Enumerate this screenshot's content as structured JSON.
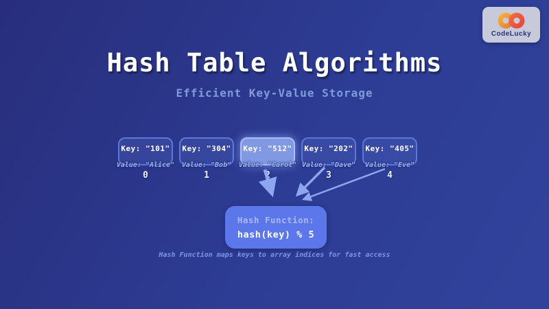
{
  "header": {
    "title": "Hash Table Algorithms",
    "subtitle": "Efficient Key-Value Storage"
  },
  "logo": {
    "brand": "CodeLucky",
    "icon": "infinity-icon"
  },
  "buckets": [
    {
      "key": "Key: \"101\"",
      "value": "Value: \"Alice\"",
      "index": "0",
      "highlighted": false
    },
    {
      "key": "Key: \"304\"",
      "value": "Value: \"Bob\"",
      "index": "1",
      "highlighted": false
    },
    {
      "key": "Key: \"512\"",
      "value": "Value: \"Carol\"",
      "index": "2",
      "highlighted": true
    },
    {
      "key": "Key: \"202\"",
      "value": "Value: \"Dave\"",
      "index": "3",
      "highlighted": false
    },
    {
      "key": "Key: \"405\"",
      "value": "Value: \"Eve\"",
      "index": "4",
      "highlighted": false
    }
  ],
  "hash_function": {
    "label": "Hash Function:",
    "formula": "hash(key) % 5"
  },
  "caption": "Hash Function maps keys to array indices for fast access",
  "colors": {
    "background_start": "#282e7c",
    "background_end": "#30439c",
    "bucket_border": "#5b79dd",
    "highlight_fill": "#8099e2",
    "highlight_border": "#aabdf6",
    "arrow": "#8ea6f0",
    "hash_box": "#5c77ea",
    "accent_text": "#7f9cd9",
    "logo_bg": "#c7cadb",
    "logo_orange": "#f0a83a",
    "logo_red": "#e94b3d"
  }
}
